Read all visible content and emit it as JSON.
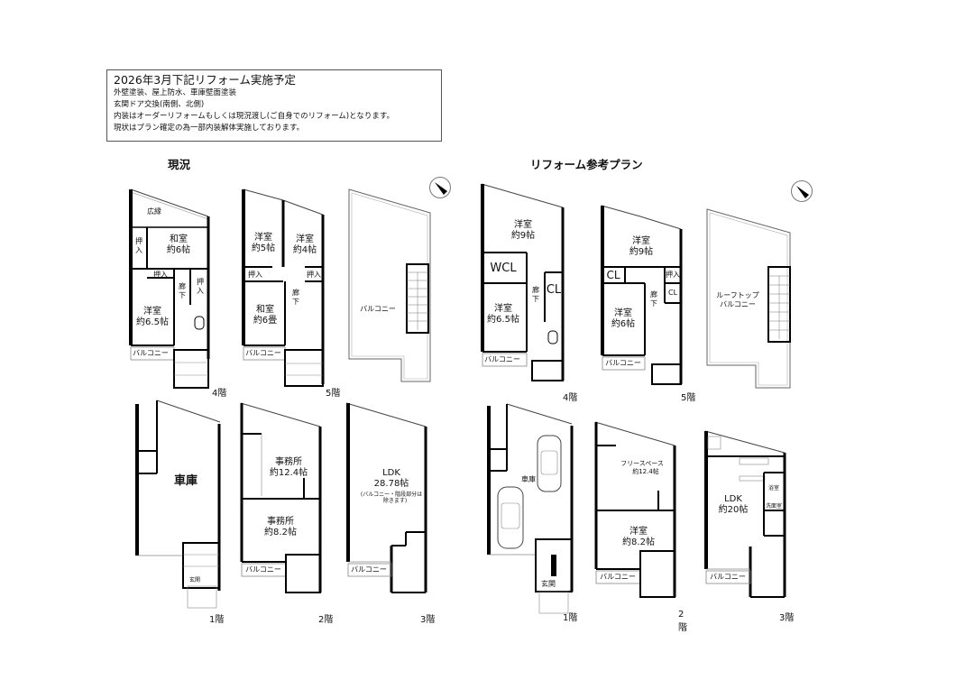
{
  "notice": {
    "title": "2026年3月下記リフォーム実施予定",
    "lines": [
      "外壁塗装、屋上防水、車庫壁面塗装",
      "玄関ドア交換(南側、北側)",
      "内装はオーダーリフォームもしくは現況渡し(ご自身でのリフォーム)となります。",
      "現状はプラン確定の為一部内装解体実施しております。"
    ]
  },
  "sections": {
    "current": {
      "title": "現況"
    },
    "plan": {
      "title": "リフォーム参考プラン"
    }
  },
  "current": {
    "f4": {
      "floor": "4階",
      "rooms": [
        "広縁",
        "和室",
        "約6帖",
        "押入",
        "押入",
        "押入",
        "廊下",
        "洋室",
        "約6.5帖",
        "バルコニー"
      ]
    },
    "f5": {
      "floor": "5階",
      "rooms": [
        "洋室",
        "約5帖",
        "洋室",
        "約4帖",
        "押入",
        "押入",
        "廊下",
        "和室",
        "約6畳",
        "バルコニー"
      ]
    },
    "roof": {
      "rooms": [
        "バルコニー"
      ]
    },
    "f1": {
      "floor": "1階",
      "rooms": [
        "車庫",
        "玄関"
      ]
    },
    "f2": {
      "floor": "2階",
      "rooms": [
        "事務所",
        "約12.4帖",
        "事務所",
        "約8.2帖",
        "バルコニー"
      ]
    },
    "f3": {
      "floor": "3階",
      "rooms": [
        "LDK",
        "28.78帖",
        "(バルコニー・階段部分は",
        "除きます)",
        "バルコニー"
      ]
    }
  },
  "plan": {
    "f4": {
      "floor": "4階",
      "rooms": [
        "洋室",
        "約9帖",
        "WCL",
        "CL",
        "廊下",
        "洋室",
        "約6.5帖",
        "バルコニー"
      ]
    },
    "f5": {
      "floor": "5階",
      "rooms": [
        "洋室",
        "約9帖",
        "CL",
        "押入",
        "CL",
        "廊下",
        "洋室",
        "約6帖",
        "バルコニー"
      ]
    },
    "roof": {
      "rooms": [
        "ルーフトップ",
        "バルコニー"
      ]
    },
    "f1": {
      "floor": "1階",
      "rooms": [
        "車庫",
        "玄関"
      ]
    },
    "f2": {
      "floor": "2階",
      "rooms": [
        "フリースペース",
        "約12.4帖",
        "洋室",
        "約8.2帖",
        "バルコニー"
      ]
    },
    "f3": {
      "floor": "3階",
      "rooms": [
        "LDK",
        "約20帖",
        "浴室",
        "洗面室",
        "バルコニー"
      ]
    }
  },
  "icons": {
    "compass": "north-arrow-icon"
  }
}
